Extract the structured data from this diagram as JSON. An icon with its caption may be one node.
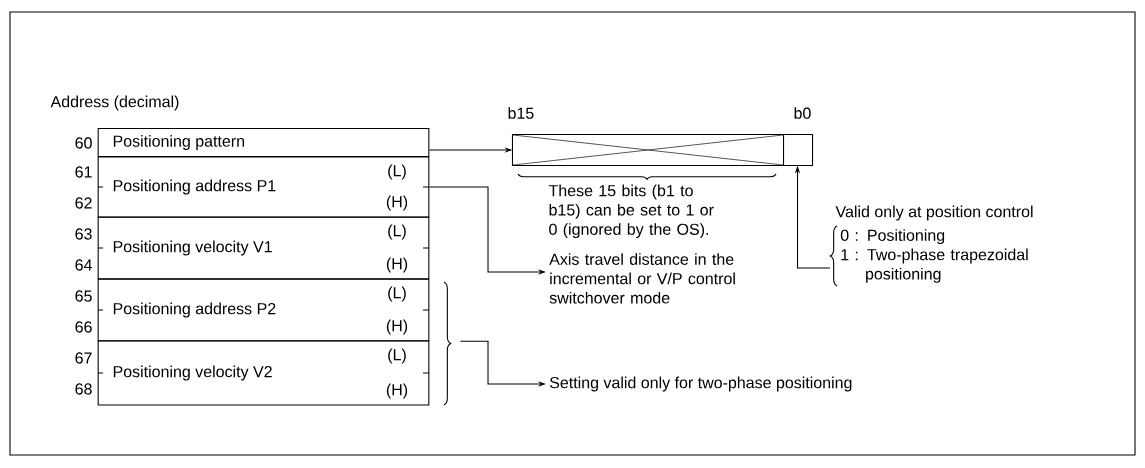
{
  "diagram": {
    "nodes": [
      {
        "text": [
          "Positioning pattern"
        ]
      },
      {
        "text": [
          "Positioning address P1",
          "(L)",
          "(H)"
        ]
      },
      {
        "text": [
          "Positioning velocity V1",
          "(L)",
          "(H)"
        ]
      },
      {
        "text": [
          "Positioning address P2",
          "(L)",
          "(H)"
        ]
      },
      {
        "text": [
          "Positioning velocity V2",
          "(L)",
          "(H)"
        ]
      },
      {
        "text": [],
        "shape": "box"
      },
      {
        "text": [],
        "shape": "box"
      },
      {
        "text": [
          "Axis travel distance in the incremental or V/P control switchover mode"
        ]
      },
      {
        "text": [
          "0 : Positioning",
          "1 : Two-phase trapezoidal positioning"
        ]
      },
      {
        "text": [
          "Setting valid only for two-phase positioning"
        ]
      }
    ],
    "edges": [
      {
        "from": 0,
        "to": 5,
        "arrow": "to"
      },
      {
        "from": 1,
        "to": 7,
        "arrow": "to"
      },
      {
        "from": 8,
        "to": 6,
        "arrow": "to"
      },
      {
        "from": 3,
        "to": 9,
        "arrow": "to"
      },
      {
        "from": 4,
        "to": 9,
        "arrow": "to"
      }
    ],
    "labels": [
      "Address (decimal)",
      "60",
      "61",
      "62",
      "63",
      "64",
      "65",
      "66",
      "67",
      "68",
      "b15",
      "b0",
      "These 15 bits (b1 to b15) can be set to 1 or 0 (ignored by the OS).",
      "Valid only at position control"
    ]
  }
}
